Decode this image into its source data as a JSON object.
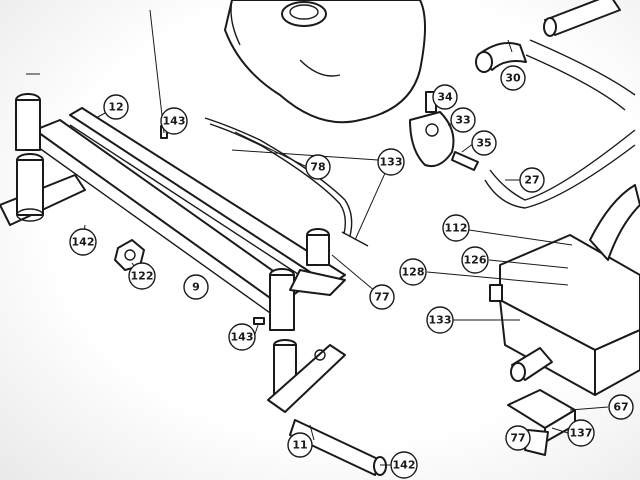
{
  "callouts": [
    {
      "id": "c30",
      "label": "30"
    },
    {
      "id": "c34",
      "label": "34"
    },
    {
      "id": "c33",
      "label": "33"
    },
    {
      "id": "c35",
      "label": "35"
    },
    {
      "id": "c27",
      "label": "27"
    },
    {
      "id": "c12",
      "label": "12"
    },
    {
      "id": "c143a",
      "label": "143"
    },
    {
      "id": "c78",
      "label": "78"
    },
    {
      "id": "c133a",
      "label": "133"
    },
    {
      "id": "c142a",
      "label": "142"
    },
    {
      "id": "c122",
      "label": "122"
    },
    {
      "id": "c9",
      "label": "9"
    },
    {
      "id": "c77a",
      "label": "77"
    },
    {
      "id": "c112",
      "label": "112"
    },
    {
      "id": "c126",
      "label": "126"
    },
    {
      "id": "c128",
      "label": "128"
    },
    {
      "id": "c133b",
      "label": "133"
    },
    {
      "id": "c143b",
      "label": "143"
    },
    {
      "id": "c11",
      "label": "11"
    },
    {
      "id": "c142b",
      "label": "142"
    },
    {
      "id": "c67",
      "label": "67"
    },
    {
      "id": "c77b",
      "label": "77"
    },
    {
      "id": "c137",
      "label": "137"
    }
  ]
}
